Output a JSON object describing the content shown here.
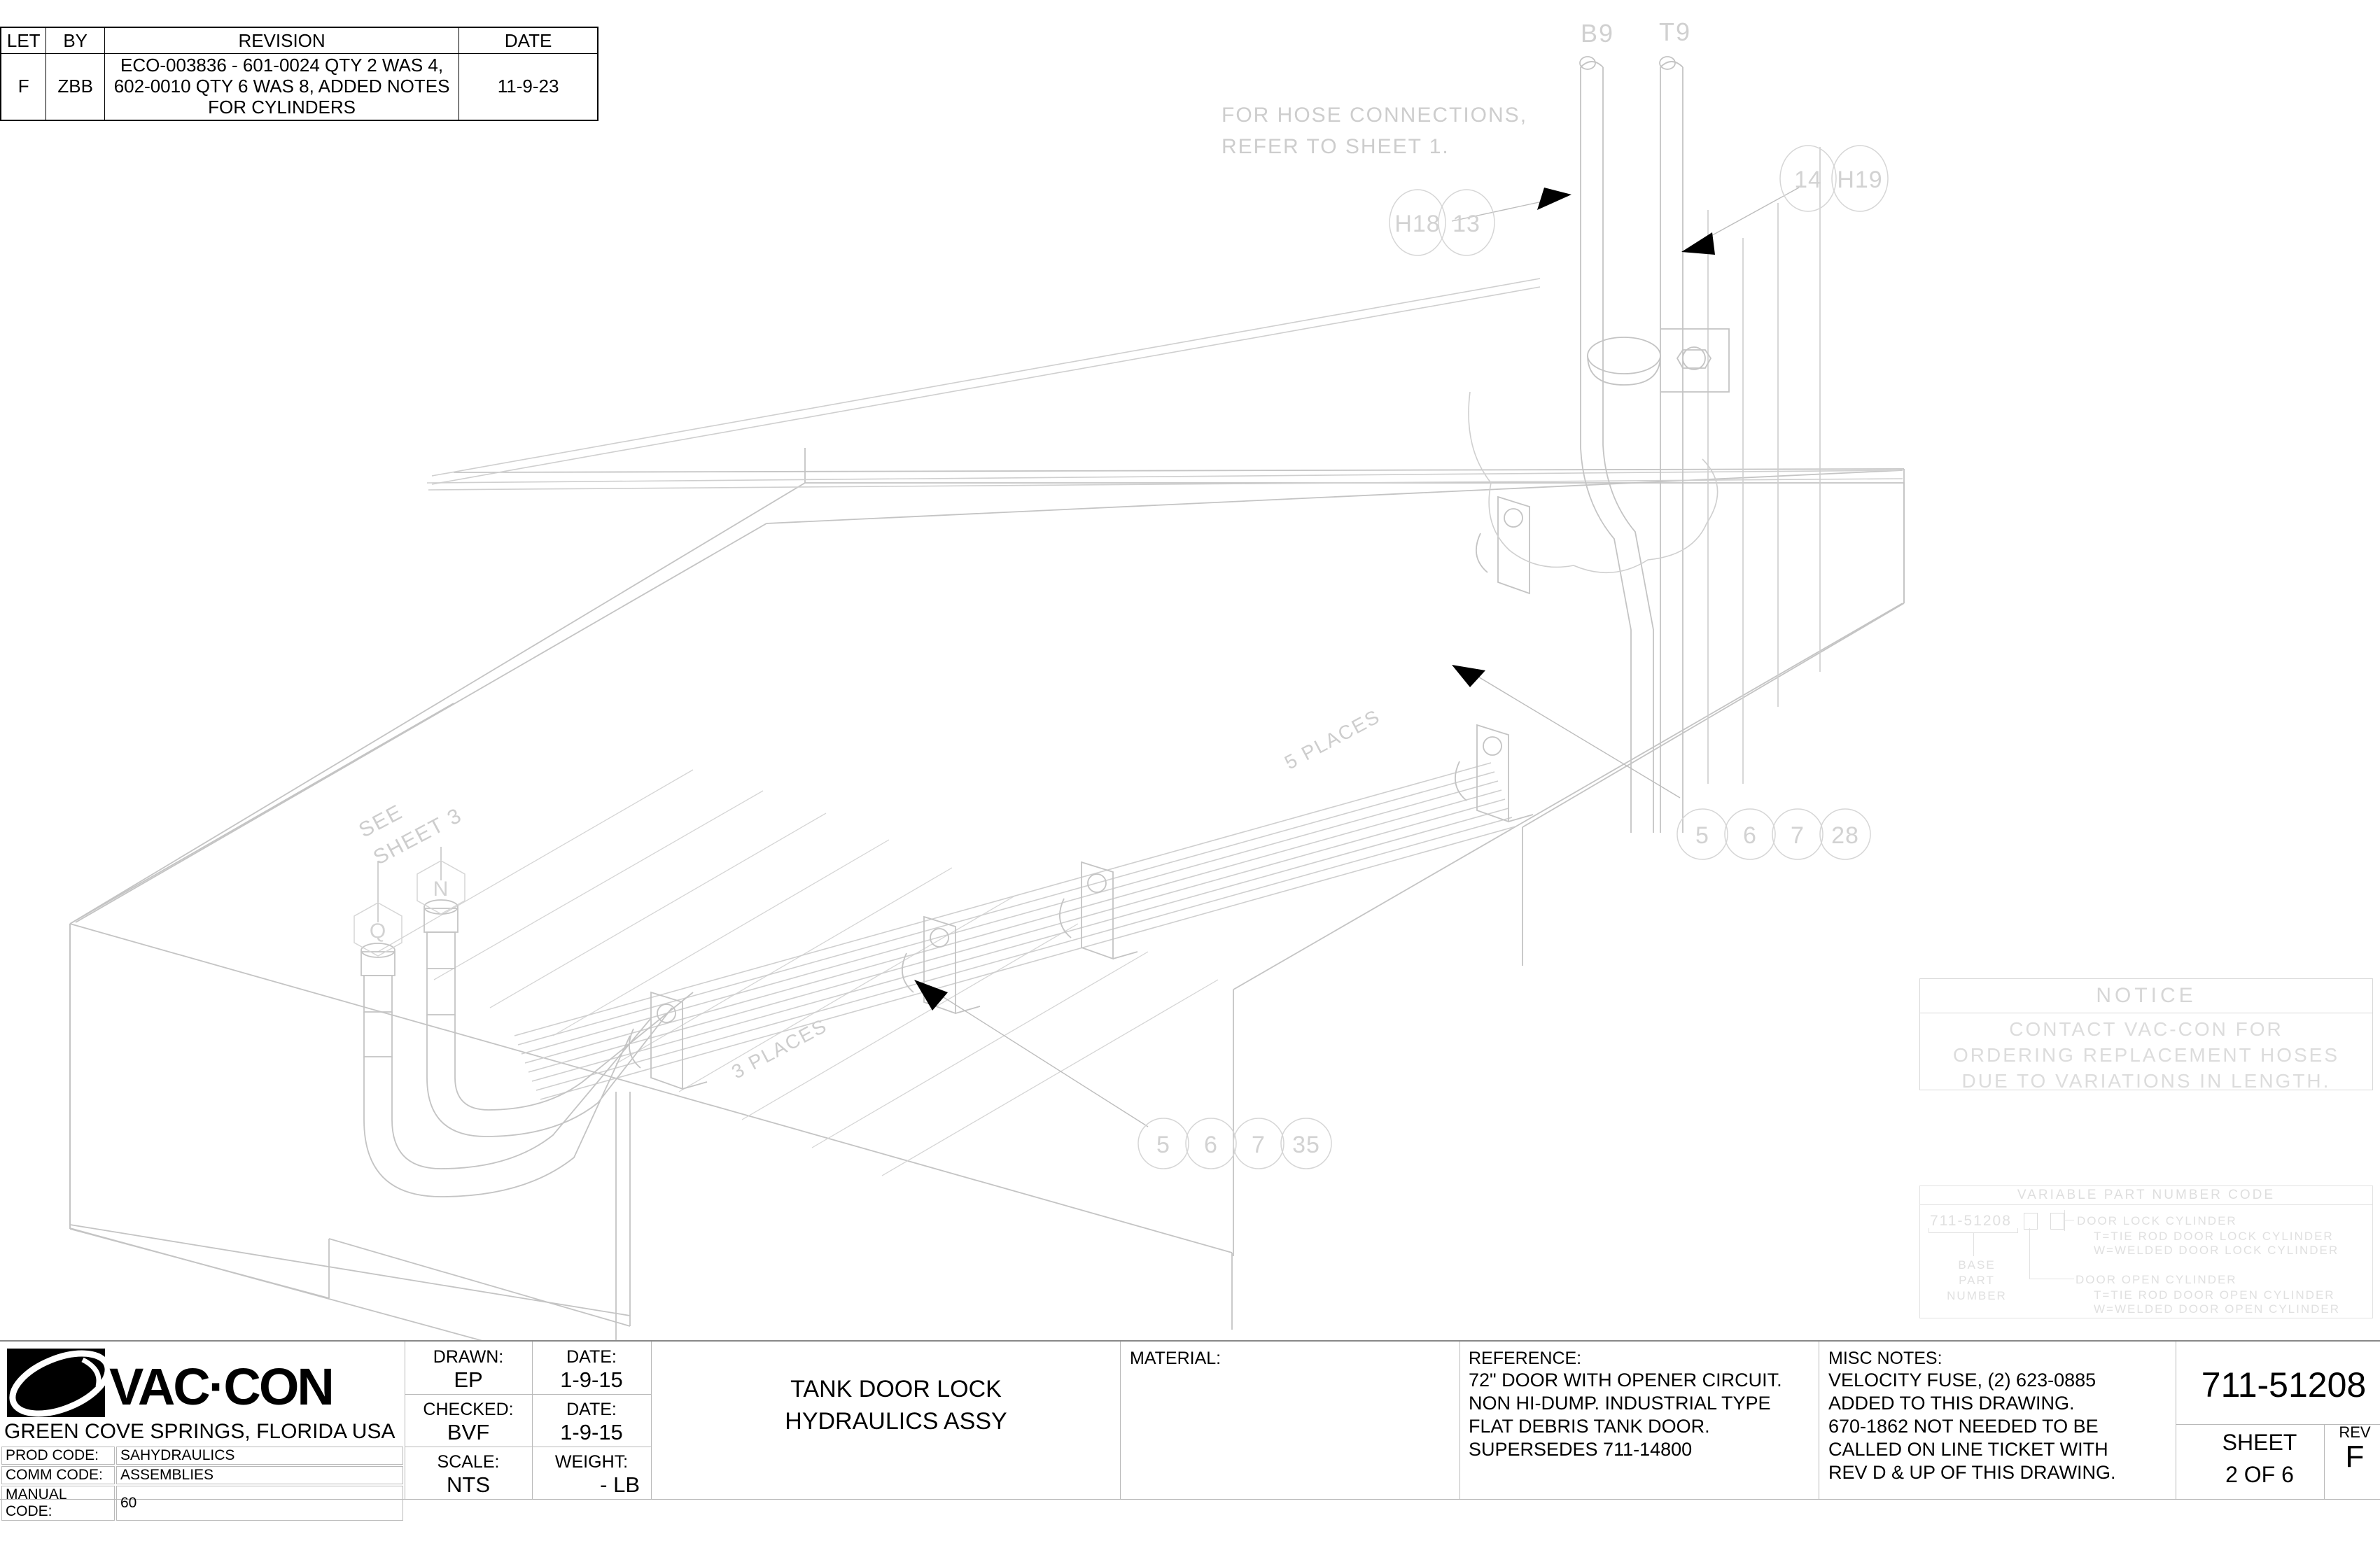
{
  "revision_table": {
    "headers": [
      "LET",
      "BY",
      "REVISION",
      "DATE"
    ],
    "rows": [
      {
        "let": "F",
        "by": "ZBB",
        "revision": "ECO-003836 - 601-0024 QTY 2 WAS 4, 602-0010 QTY 6 WAS 8, ADDED NOTES FOR CYLINDERS",
        "date": "11-9-23"
      }
    ]
  },
  "drawing": {
    "notes": {
      "hose_connections": "FOR HOSE CONNECTIONS,\nREFER TO SHEET 1.",
      "see_sheet_3": "SEE\nSHEET 3",
      "three_places": "3 PLACES",
      "five_places": "5 PLACES"
    },
    "port_labels": {
      "b9": "B9",
      "t9": "T9"
    },
    "hex_callouts": [
      {
        "label": "Q"
      },
      {
        "label": "N"
      }
    ],
    "balloon_groups": [
      {
        "name": "upper-left-pair",
        "items": [
          "H18",
          "13"
        ]
      },
      {
        "name": "upper-right-pair",
        "items": [
          "14",
          "H19"
        ]
      },
      {
        "name": "middle-right-quad",
        "items": [
          "5",
          "6",
          "7",
          "28"
        ]
      },
      {
        "name": "lower-center-quad",
        "items": [
          "5",
          "6",
          "7",
          "35"
        ]
      }
    ]
  },
  "notice": {
    "title": "NOTICE",
    "body": "CONTACT VAC-CON FOR\nORDERING REPLACEMENT HOSES\nDUE TO VARIATIONS IN LENGTH."
  },
  "variable_part_number": {
    "title": "VARIABLE PART NUMBER CODE",
    "base_part_number": "711-51208",
    "base_part_label": "BASE PART\nNUMBER",
    "door_lock_cylinder": {
      "heading": "DOOR LOCK CYLINDER",
      "options": [
        "T=TIE ROD DOOR LOCK CYLINDER",
        "W=WELDED DOOR LOCK CYLINDER"
      ]
    },
    "door_open_cylinder": {
      "heading": "DOOR OPEN CYLINDER",
      "options": [
        "T=TIE ROD DOOR OPEN CYLINDER",
        "W=WELDED DOOR OPEN CYLINDER"
      ]
    }
  },
  "title_block": {
    "company": "VAC·CON",
    "city": "GREEN COVE SPRINGS, FLORIDA USA",
    "codes": [
      {
        "key": "PROD CODE:",
        "value": "SAHYDRAULICS"
      },
      {
        "key": "COMM CODE:",
        "value": "ASSEMBLIES"
      },
      {
        "key": "MANUAL CODE:",
        "value": "60"
      }
    ],
    "drawn_label": "DRAWN:",
    "drawn_value": "EP",
    "drawn_date_label": "DATE:",
    "drawn_date_value": "1-9-15",
    "checked_label": "CHECKED:",
    "checked_value": "BVF",
    "checked_date_label": "DATE:",
    "checked_date_value": "1-9-15",
    "scale_label": "SCALE:",
    "scale_value": "NTS",
    "weight_label": "WEIGHT:",
    "weight_value": "- LB",
    "drawing_title": "TANK DOOR LOCK\nHYDRAULICS ASSY",
    "material_label": "MATERIAL:",
    "material_value": "",
    "reference_label": "REFERENCE:",
    "reference_value": "72\" DOOR WITH OPENER CIRCUIT.\nNON HI-DUMP. INDUSTRIAL TYPE\nFLAT DEBRIS TANK DOOR.\nSUPERSEDES 711-14800",
    "misc_notes_label": "MISC NOTES:",
    "misc_notes_value": "VELOCITY FUSE, (2) 623-0885\nADDED TO THIS DRAWING.\n670-1862 NOT NEEDED TO BE\nCALLED ON LINE TICKET WITH\nREV D & UP OF THIS DRAWING.",
    "part_number": "711-51208",
    "sheet_label": "SHEET",
    "sheet_value": "2 OF 6",
    "rev_label": "REV",
    "rev_value": "F"
  },
  "colors": {
    "line": "#000000",
    "cad_line": "#cfcfcf",
    "cad_line_dark": "#9a9a9a",
    "faint": "#dddddd"
  }
}
